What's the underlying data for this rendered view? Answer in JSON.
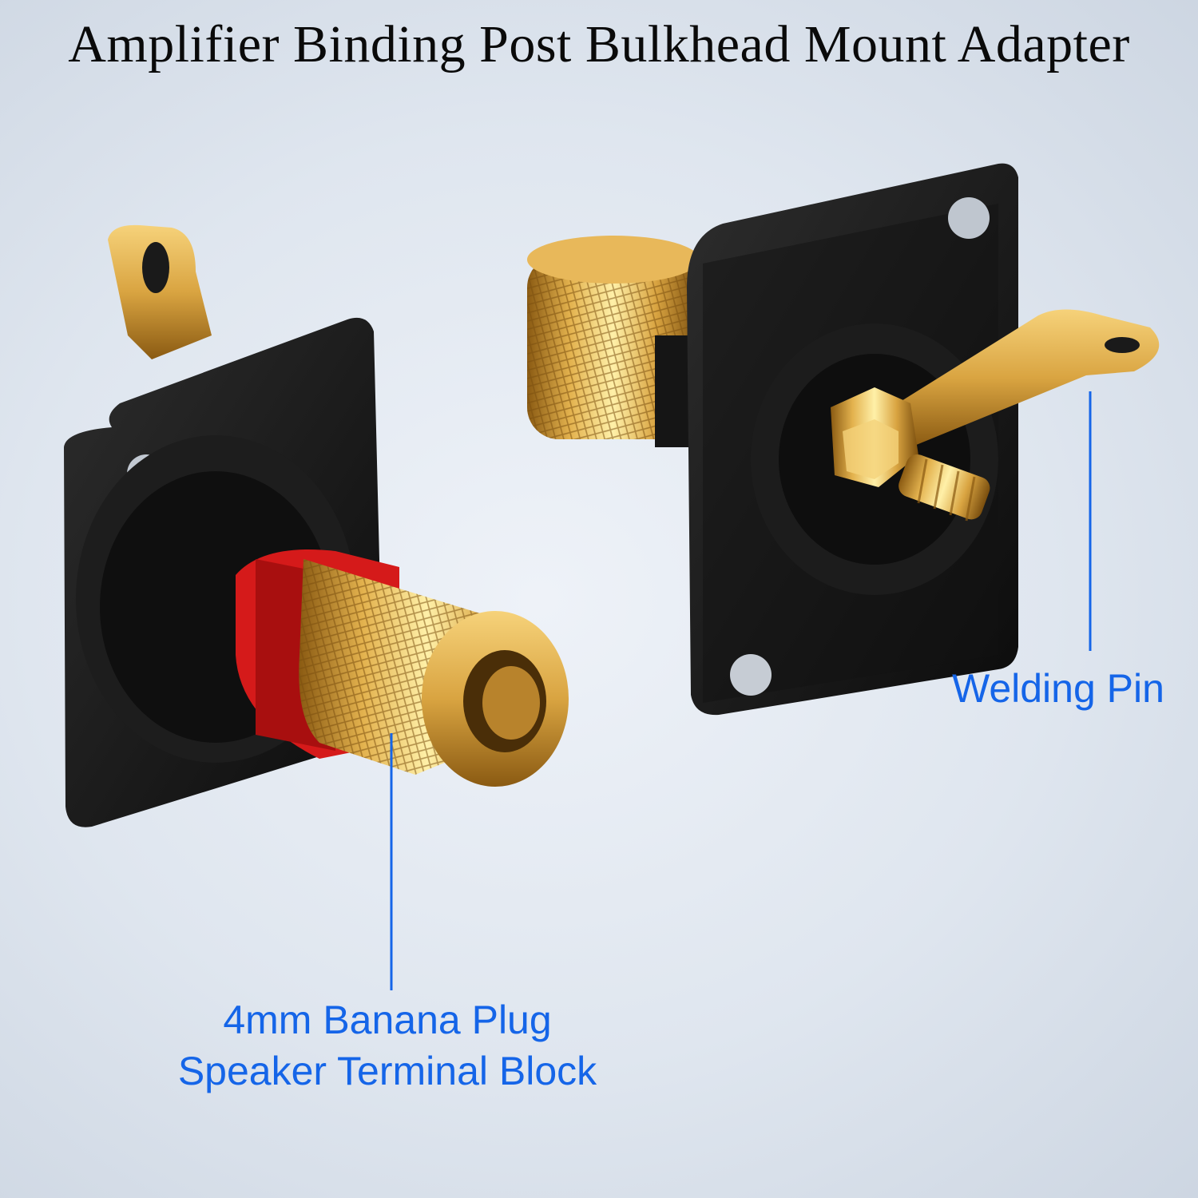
{
  "title": "Amplifier Binding Post Bulkhead Mount Adapter",
  "callouts": {
    "welding_pin": "Welding Pin",
    "banana_line1": "4mm Banana Plug",
    "banana_line2": "Speaker Terminal Block"
  },
  "colors": {
    "callout_blue": "#1565e8",
    "gold": "#d9a441",
    "red_band": "#d51a1a",
    "plate_black": "#161616"
  }
}
